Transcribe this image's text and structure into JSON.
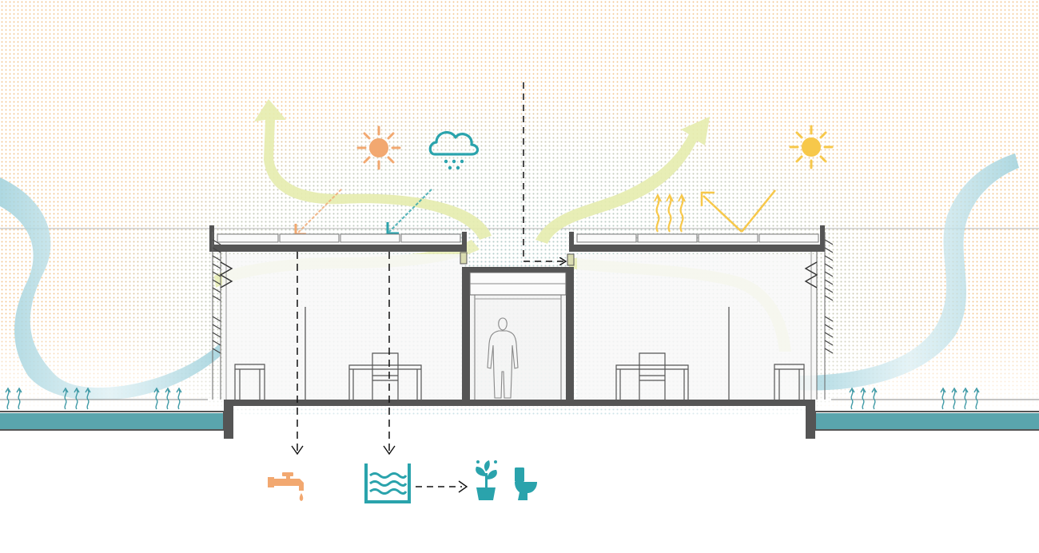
{
  "diagram": {
    "type": "architectural-section-sustainability",
    "icons": [
      "sun-icon",
      "rain-cloud-icon",
      "faucet-icon",
      "water-tank-icon",
      "plant-icon",
      "toilet-icon",
      "person-silhouette-icon",
      "evaporation-arrow-icon",
      "heat-radiation-icon"
    ],
    "flows": [
      "hot-air-exhaust-left",
      "hot-air-exhaust-right",
      "cross-ventilation",
      "wind-ribbon-left",
      "wind-ribbon-right",
      "solar-gain-left",
      "solar-reflection-right",
      "rainwater-collection",
      "skylight-air-intake",
      "ground-water-evaporation"
    ],
    "colors": {
      "sun_orange": "#f2a870",
      "sun_yellow": "#f7c84a",
      "teal": "#2aa3ac",
      "water": "#5aa5ad",
      "air_green": "#e6ecae",
      "wind_blue": "#bfe1e9",
      "structure": "#585858",
      "sky_dots": "#f3c58e",
      "mist_dots": "#a9d0d8"
    }
  }
}
